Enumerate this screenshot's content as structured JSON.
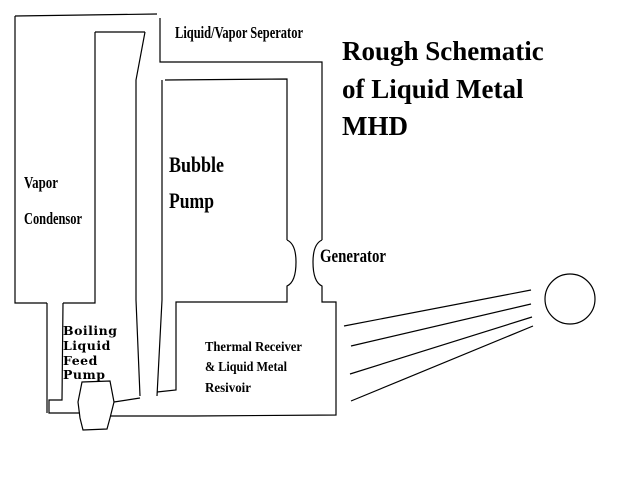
{
  "title": {
    "lines": [
      "Rough Schematic",
      "of Liquid Metal",
      "MHD"
    ]
  },
  "labels": {
    "separator": "Liquid/Vapor Seperator",
    "condensor": [
      "Vapor",
      "Condensor"
    ],
    "bubble_pump": [
      "Bubble",
      "Pump"
    ],
    "generator": "Generator",
    "feed_pump": [
      "Boiling",
      "Liquid",
      "Feed",
      "Pump"
    ],
    "receiver": [
      "Thermal Receiver",
      "& Liquid Metal",
      "Resivoir"
    ]
  },
  "components": {
    "sun": "sun-circle",
    "light_rays": 4
  },
  "colors": {
    "stroke": "#000000",
    "background": "#ffffff"
  }
}
